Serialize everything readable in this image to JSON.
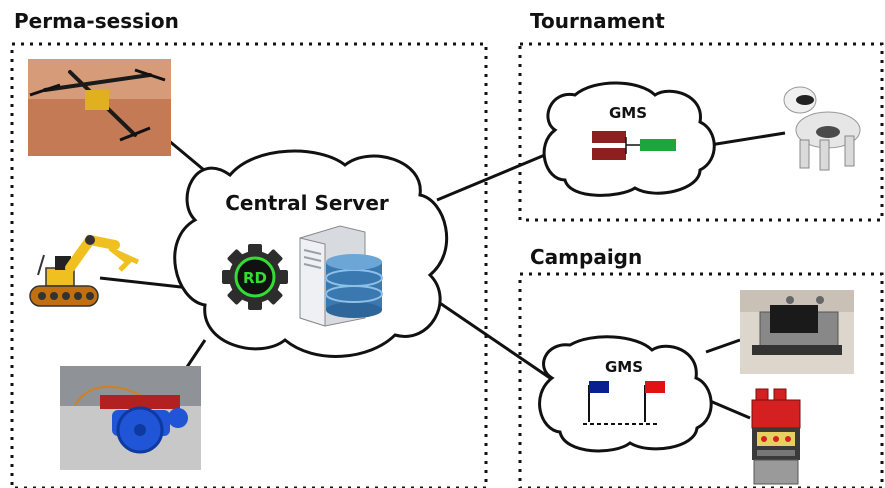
{
  "sections": {
    "perma_session": "Perma-session",
    "tournament": "Tournament",
    "campaign": "Campaign"
  },
  "central": {
    "title": "Central Server",
    "rd_logo_text": "RD"
  },
  "gms_tournament": {
    "label": "GMS"
  },
  "gms_campaign": {
    "label": "GMS"
  },
  "colors": {
    "gear": "#2d2d2d",
    "gear_text": "#33dd33",
    "database": "#3a78b0",
    "tournament_red": "#8e1f1f",
    "tournament_green": "#1ea63a",
    "campaign_blue": "#0a1f8f",
    "campaign_red": "#e21212"
  },
  "devices": [
    "quadcopter-photo",
    "robot-arm-tank-icon",
    "blue-wheeled-robot-photo",
    "robot-dog-photo",
    "tracked-robot-photo",
    "lego-robot-icon"
  ]
}
